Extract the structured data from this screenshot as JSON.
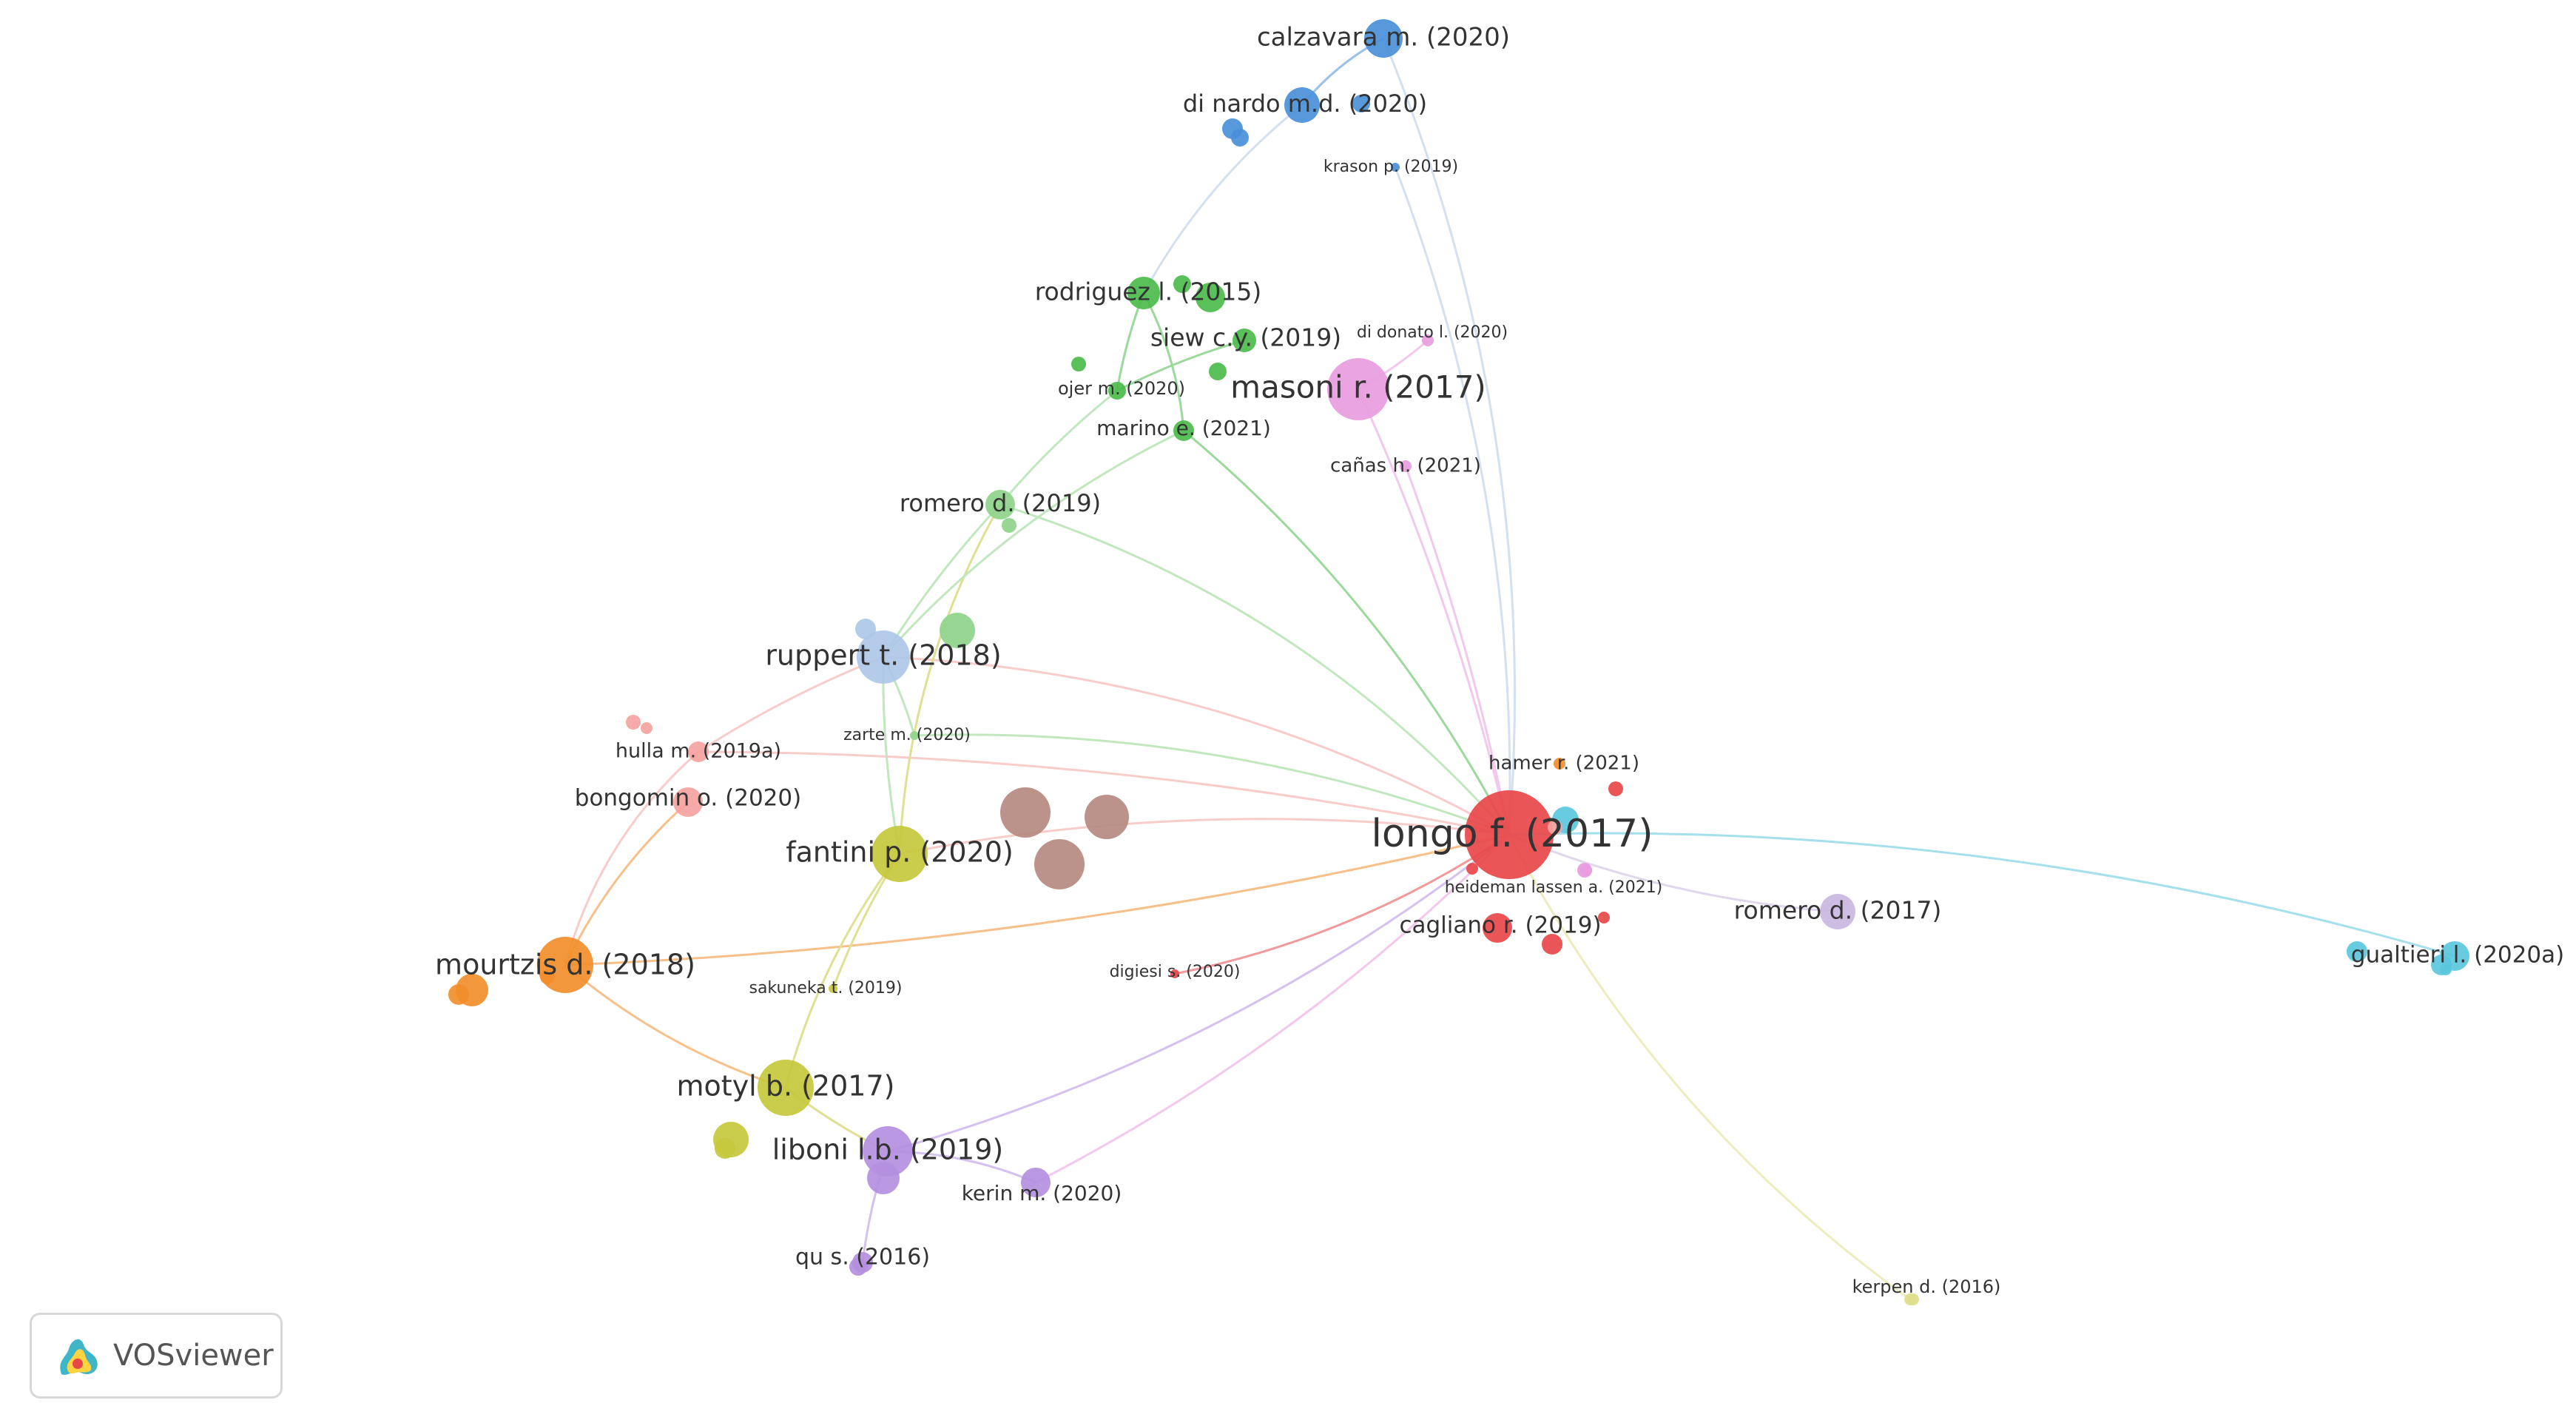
{
  "app": {
    "brand": "VOSviewer",
    "logo_icon": "vosviewer-logo-icon"
  },
  "clusters": {
    "red": "#e8474a",
    "green": "#4cbb4c",
    "light_green": "#8fd48a",
    "blue": "#4a90d9",
    "light_blue": "#aec7e8",
    "yellow": "#c5c83c",
    "orange": "#f28e2b",
    "purple": "#b48fe0",
    "pink": "#e99ce0",
    "cyan": "#5bc7dd",
    "brown": "#b58a80",
    "salmon": "#f4a3a0",
    "lavender": "#c9b7e0",
    "light_yellow": "#dede8c"
  },
  "nodes": [
    {
      "id": "calzavara",
      "label": "calzavara m. (2020)",
      "cluster": "blue",
      "weight": 5
    },
    {
      "id": "dinardo",
      "label": "di nardo m.d. (2020)",
      "cluster": "blue",
      "weight": 5
    },
    {
      "id": "krason",
      "label": "krason p. (2019)",
      "cluster": "blue",
      "weight": 1
    },
    {
      "id": "rodriguez",
      "label": "rodriguez l. (2015)",
      "cluster": "green",
      "weight": 4
    },
    {
      "id": "siew",
      "label": "siew c.y. (2019)",
      "cluster": "green",
      "weight": 3
    },
    {
      "id": "didonato",
      "label": "di donato l. (2020)",
      "cluster": "pink",
      "weight": 1
    },
    {
      "id": "ojer",
      "label": "ojer m. (2020)",
      "cluster": "green",
      "weight": 2
    },
    {
      "id": "masoni",
      "label": "masoni r. (2017)",
      "cluster": "pink",
      "weight": 7
    },
    {
      "id": "marino",
      "label": "marino e. (2021)",
      "cluster": "green",
      "weight": 2
    },
    {
      "id": "canas",
      "label": "cañas h. (2021)",
      "cluster": "pink",
      "weight": 1
    },
    {
      "id": "romero2019",
      "label": "romero d. (2019)",
      "cluster": "light_green",
      "weight": 3
    },
    {
      "id": "ruppert",
      "label": "ruppert t. (2018)",
      "cluster": "light_blue",
      "weight": 7
    },
    {
      "id": "zarte",
      "label": "zarte m. (2020)",
      "cluster": "light_green",
      "weight": 1
    },
    {
      "id": "hulla",
      "label": "hulla m. (2019a)",
      "cluster": "salmon",
      "weight": 2
    },
    {
      "id": "bongomin",
      "label": "bongomin o. (2020)",
      "cluster": "salmon",
      "weight": 3
    },
    {
      "id": "fantini",
      "label": "fantini p. (2020)",
      "cluster": "yellow",
      "weight": 7
    },
    {
      "id": "mourtzis",
      "label": "mourtzis d. (2018)",
      "cluster": "orange",
      "weight": 7
    },
    {
      "id": "sakuneka",
      "label": "sakuneka t. (2019)",
      "cluster": "yellow",
      "weight": 1
    },
    {
      "id": "digiesi",
      "label": "digiesi s. (2020)",
      "cluster": "red",
      "weight": 1
    },
    {
      "id": "motyl",
      "label": "motyl b. (2017)",
      "cluster": "yellow",
      "weight": 7
    },
    {
      "id": "liboni",
      "label": "liboni l.b. (2019)",
      "cluster": "purple",
      "weight": 7
    },
    {
      "id": "kerin",
      "label": "kerin m. (2020)",
      "cluster": "purple",
      "weight": 3
    },
    {
      "id": "qu",
      "label": "qu s. (2016)",
      "cluster": "purple",
      "weight": 2
    },
    {
      "id": "hamer",
      "label": "hamer r. (2021)",
      "cluster": "orange",
      "weight": 1
    },
    {
      "id": "longo",
      "label": "longo f. (2017)",
      "cluster": "red",
      "weight": 20
    },
    {
      "id": "heideman",
      "label": "heideman lassen a. (2021)",
      "cluster": "pink",
      "weight": 1
    },
    {
      "id": "cagliano",
      "label": "cagliano r. (2019)",
      "cluster": "red",
      "weight": 4
    },
    {
      "id": "romero2017",
      "label": "romero d. (2017)",
      "cluster": "lavender",
      "weight": 4
    },
    {
      "id": "gualtieri",
      "label": "gualtieri l. (2020a)",
      "cluster": "cyan",
      "weight": 4
    },
    {
      "id": "kerpen",
      "label": "kerpen d. (2016)",
      "cluster": "light_yellow",
      "weight": 1
    }
  ]
}
